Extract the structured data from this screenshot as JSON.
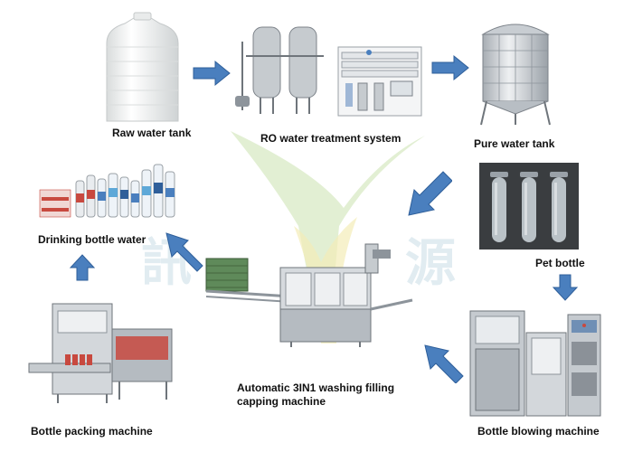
{
  "diagram": {
    "watermark_glyphs": [
      "訊",
      "源"
    ],
    "colors": {
      "arrow": "#4a7fbe",
      "arrow_edge": "#2f5f9a",
      "steel": "#b9bec4",
      "steel_dark": "#7d838a",
      "tank_white": "#f1f2f2",
      "film_red": "#c8493f",
      "label": "#111111",
      "watermark_green": "#b8d89a",
      "watermark_yellow": "#f2e7a2"
    },
    "steps": [
      {
        "id": "raw",
        "label": "Raw water tank"
      },
      {
        "id": "ro",
        "label": "RO water treatment system"
      },
      {
        "id": "pure",
        "label": "Pure water tank"
      },
      {
        "id": "pet",
        "label": "Pet bottle"
      },
      {
        "id": "blow",
        "label": "Bottle blowing machine"
      },
      {
        "id": "filling",
        "label": "Automatic 3IN1 washing filling capping machine"
      },
      {
        "id": "packing",
        "label": "Bottle packing machine"
      },
      {
        "id": "drinking",
        "label": "Drinking bottle water"
      }
    ]
  }
}
